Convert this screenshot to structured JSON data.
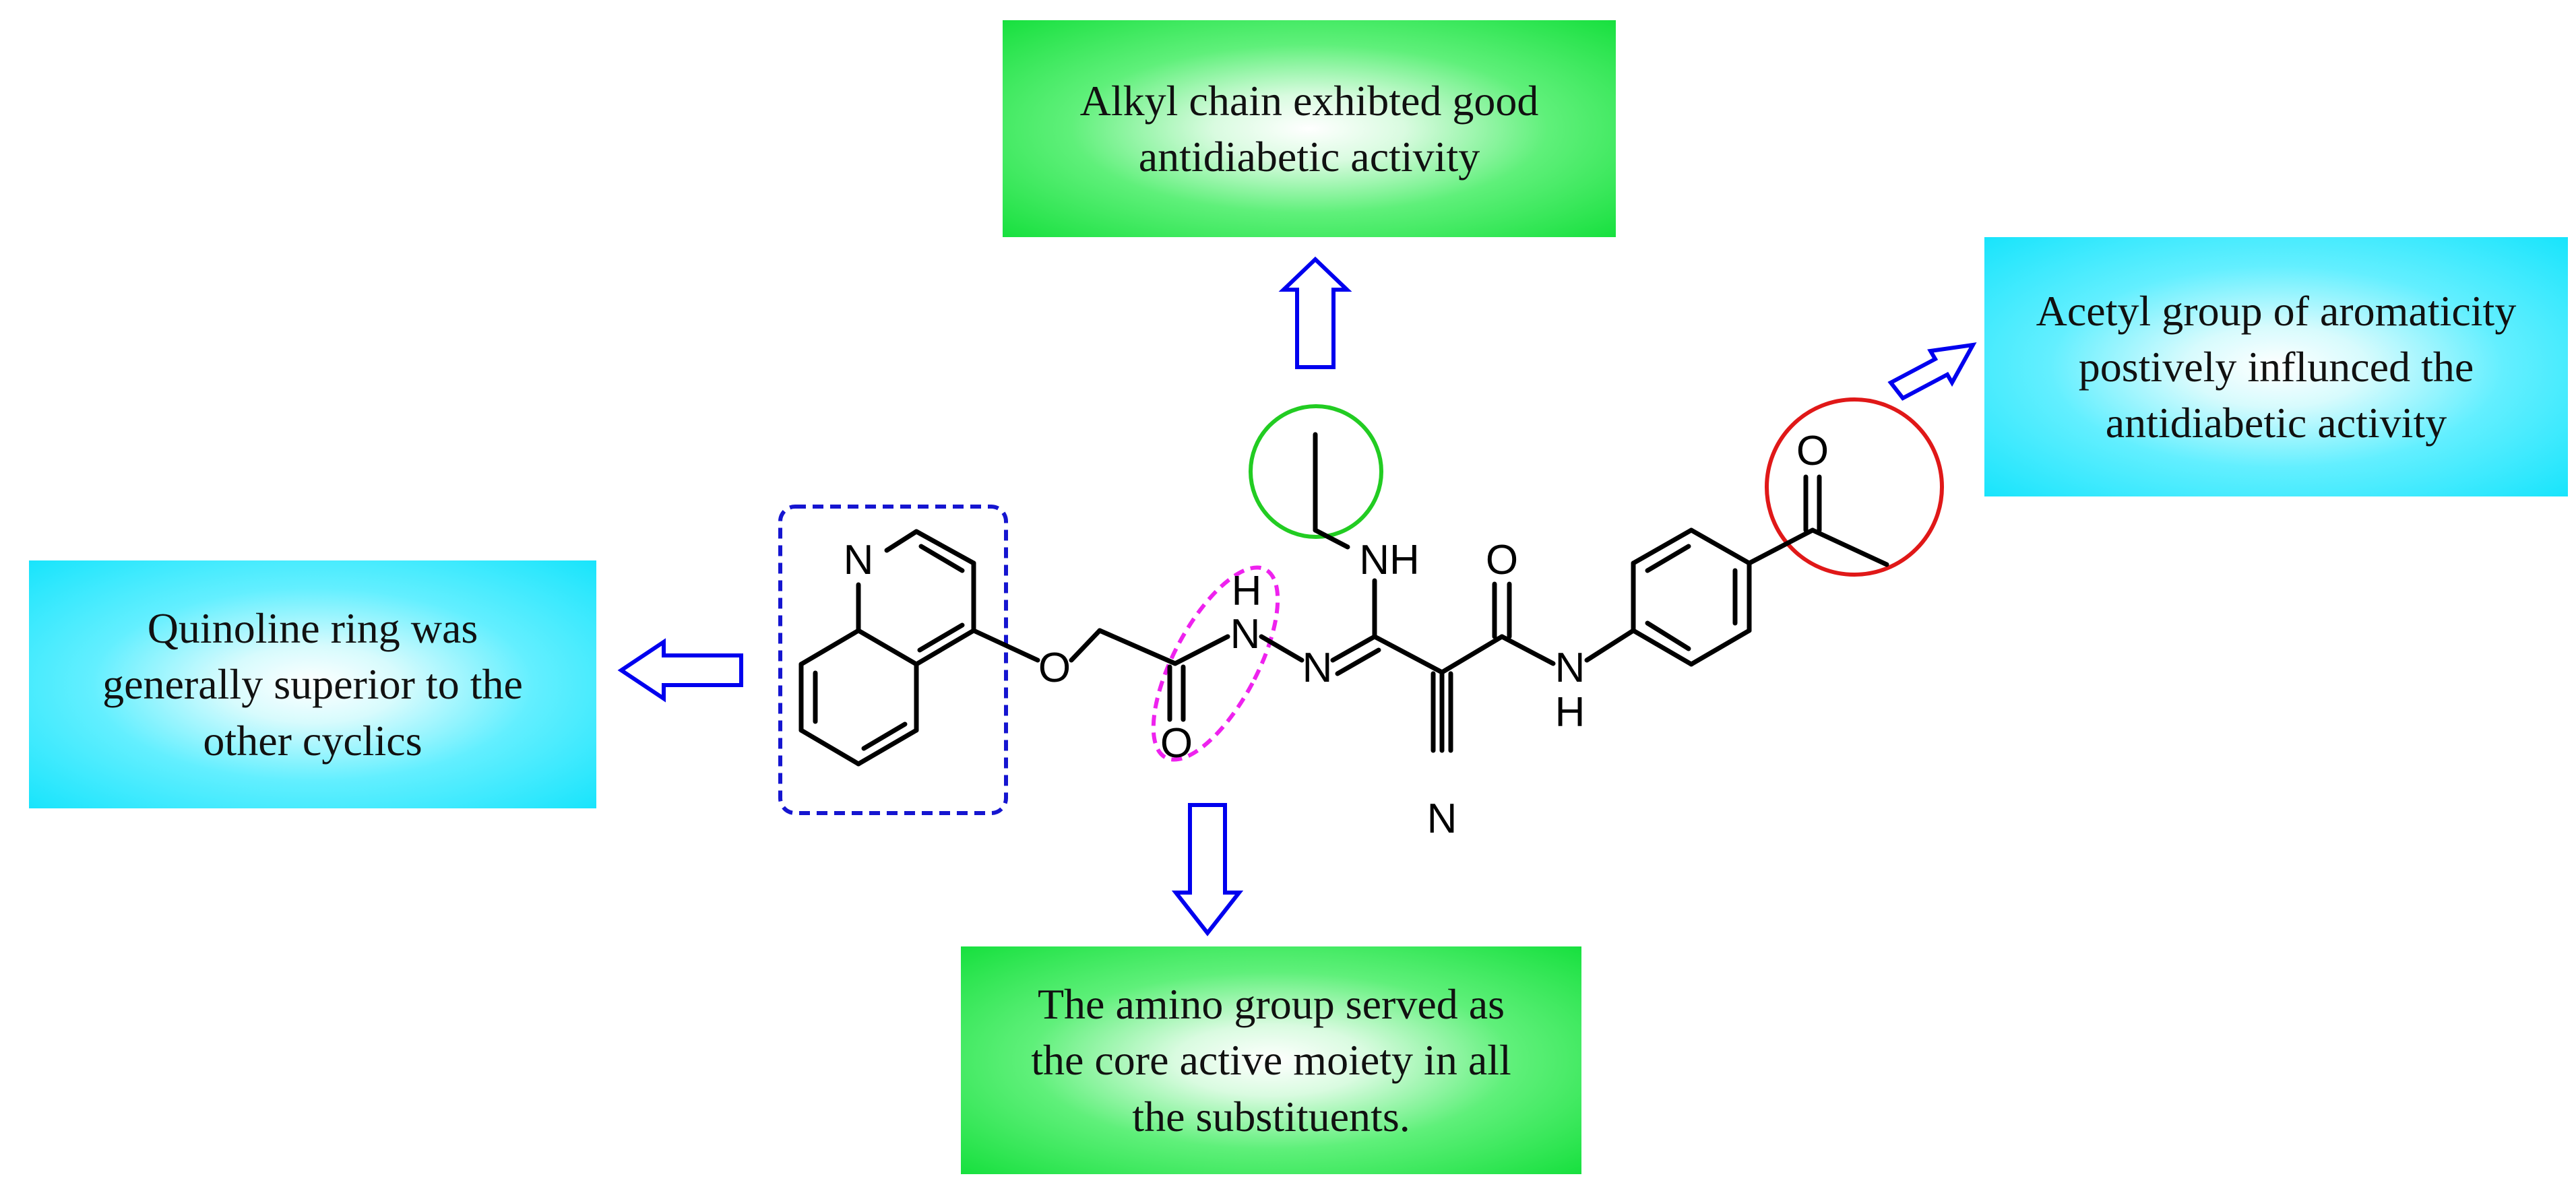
{
  "annotations": {
    "alkyl": {
      "line1": "Alkyl chain exhibted good",
      "line2": "antidiabetic activity"
    },
    "acetyl": {
      "line1": "Acetyl group of aromaticity",
      "line2": "postively influnced the",
      "line3": "antidiabetic activity"
    },
    "quinoline": {
      "line1": "Quinoline ring was",
      "line2": "generally superior to the",
      "line3": "other cyclics"
    },
    "amino": {
      "line1": "The amino group served as",
      "line2": "the core active moiety in all",
      "line3": "the substituents."
    }
  },
  "atoms": {
    "n_ring": "N",
    "o_ether": "O",
    "nh_h": "H",
    "nh_n": "N",
    "o_carbonyl": "O",
    "n_imine": "N",
    "nh_top": "NH",
    "o_amide": "O",
    "nh_amide_n": "N",
    "nh_amide_h": "H",
    "n_nitrile": "N",
    "o_acetyl": "O"
  },
  "colors": {
    "green_box": "#17e03e",
    "cyan_box": "#18e4fc",
    "arrow": "#0000ee",
    "quinoline_highlight": "#1515d0",
    "amino_highlight": "#ee22ee",
    "alkyl_highlight": "#22cc22",
    "acetyl_highlight": "#e01818"
  }
}
